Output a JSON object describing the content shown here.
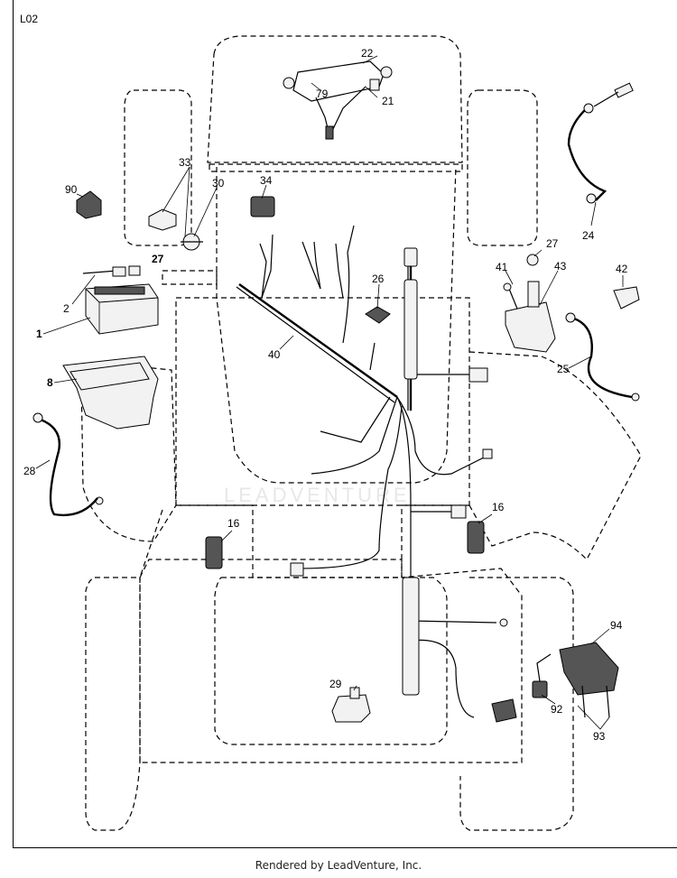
{
  "diagram_id": "L02",
  "watermark_text": "LEADVENTURE",
  "footer_text": "Rendered by LeadVenture, Inc.",
  "callouts": {
    "c1": "1",
    "c2": "2",
    "c8": "8",
    "c16a": "16",
    "c16b": "16",
    "c21": "21",
    "c22": "22",
    "c24": "24",
    "c25": "25",
    "c26": "26",
    "c27a": "27",
    "c27b": "27",
    "c28": "28",
    "c29": "29",
    "c30": "30",
    "c33": "33",
    "c34": "34",
    "c40": "40",
    "c41": "41",
    "c42": "42",
    "c43": "43",
    "c79": "79",
    "c90": "90",
    "c92": "92",
    "c93": "93",
    "c94": "94"
  }
}
